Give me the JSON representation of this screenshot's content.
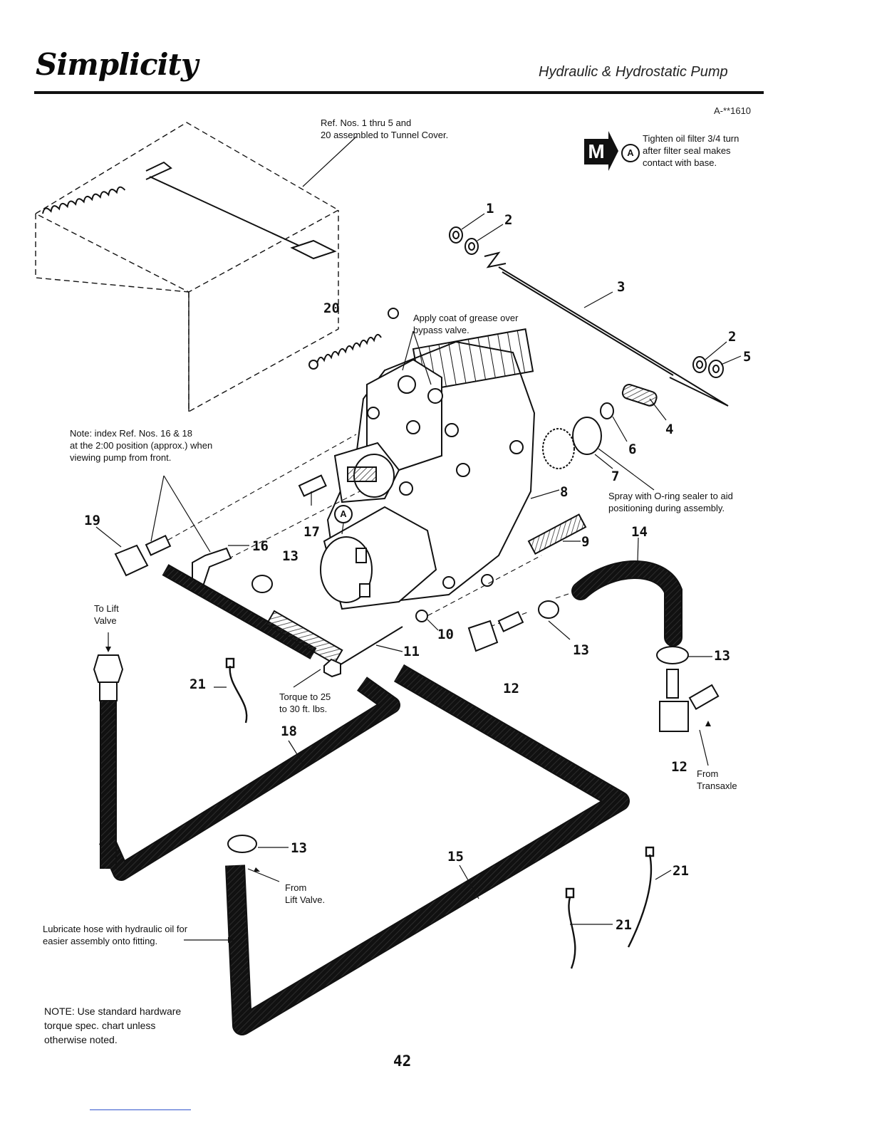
{
  "header": {
    "brand": "Simplicity",
    "section_title": "Hydraulic & Hydrostatic Pump"
  },
  "figure_id": "A-**1610",
  "notes": {
    "tunnel_cover": "Ref. Nos. 1 thru 5 and\n20 assembled to Tunnel Cover.",
    "oil_filter": "Tighten oil filter 3/4 turn\nafter filter seal makes\ncontact with base.",
    "grease": "Apply coat of grease over\nbypass valve.",
    "index": "Note:  index Ref. Nos. 16 & 18\nat the 2:00 position (approx.) when\nviewing pump from front.",
    "oring": "Spray with O-ring sealer to aid\npositioning during assembly.",
    "to_lift_valve": "To Lift\nValve",
    "torque": "Torque to 25\nto 30 ft. lbs.",
    "from_transaxle": "From\nTransaxle",
    "from_lift_valve": "From\nLift Valve.",
    "lubricate": "Lubricate hose with hydraulic oil for\neasier assembly onto fitting.",
    "standard_note": "NOTE: Use standard hardware\ntorque spec. chart unless\notherwise noted."
  },
  "symbols": {
    "m_badge": "M",
    "circle_a": "A"
  },
  "callouts": [
    "1",
    "2",
    "3",
    "2",
    "5",
    "20",
    "4",
    "6",
    "7",
    "8",
    "9",
    "14",
    "19",
    "16",
    "13",
    "17",
    "10",
    "11",
    "13",
    "13",
    "12",
    "12",
    "21",
    "18",
    "13",
    "15",
    "21",
    "21"
  ],
  "page_number": "42"
}
